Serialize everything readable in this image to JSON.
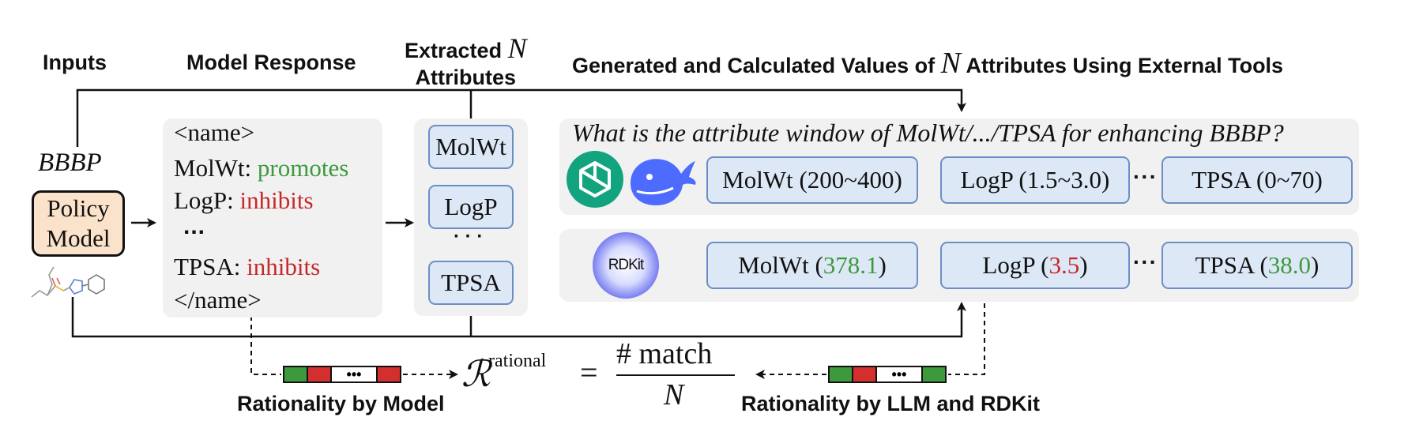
{
  "headers": {
    "inputs": "Inputs",
    "model_response": "Model Response",
    "extracted_prefix": "Extracted",
    "extracted_var": "N",
    "extracted_suffix": "Attributes",
    "generated_prefix": "Generated and Calculated Values of",
    "generated_var": "N",
    "generated_suffix": "Attributes Using External Tools"
  },
  "inputs": {
    "task": "BBBP",
    "policy_line1": "Policy",
    "policy_line2": "Model"
  },
  "response": {
    "open_tag": "<name>",
    "lines": [
      {
        "attr": "MolWt:",
        "effect": "promotes"
      },
      {
        "attr": "LogP:",
        "effect": "inhibits"
      },
      {
        "attr": "TPSA:",
        "effect": "inhibits"
      }
    ],
    "ellipsis": "...",
    "close_tag": "</name>"
  },
  "extracted": {
    "items": [
      "MolWt",
      "LogP",
      "TPSA"
    ],
    "vdots": "· · ·"
  },
  "llm_row": {
    "question": "What is the attribute window of MolWt/.../TPSA for enhancing BBBP?",
    "items": [
      "MolWt (200~400)",
      "LogP (1.5~3.0)",
      "TPSA (0~70)"
    ],
    "ellipsis": "···",
    "logos": [
      "openai-icon",
      "deepseek-icon"
    ]
  },
  "rdkit_row": {
    "logo_text": "RDKit",
    "items": [
      {
        "name": "MolWt (",
        "value": "378.1",
        "close": ")",
        "status": "match"
      },
      {
        "name": "LogP (",
        "value": "3.5",
        "close": ")",
        "status": "mismatch"
      },
      {
        "name": "TPSA (",
        "value": "38.0",
        "close": ")",
        "status": "match"
      }
    ],
    "ellipsis": "···"
  },
  "formula": {
    "symbol": "ℛ",
    "superscript": "rational",
    "equals": "=",
    "numerator": "# match",
    "denominator": "N"
  },
  "captions": {
    "left": "Rationality by Model",
    "right": "Rationality by LLM and RDKit"
  },
  "bars": {
    "left": [
      "match",
      "mismatch",
      "...",
      "mismatch"
    ],
    "right": [
      "match",
      "mismatch",
      "...",
      "match"
    ],
    "ellipsis": "•••"
  },
  "colors": {
    "promotes": "#3c9a3c",
    "inhibits": "#c62828",
    "attr_fill": "#dde8f7",
    "attr_border": "#6b8fc4",
    "policy_fill": "#fbe3cb",
    "panel_bg": "#f1f1f1"
  }
}
